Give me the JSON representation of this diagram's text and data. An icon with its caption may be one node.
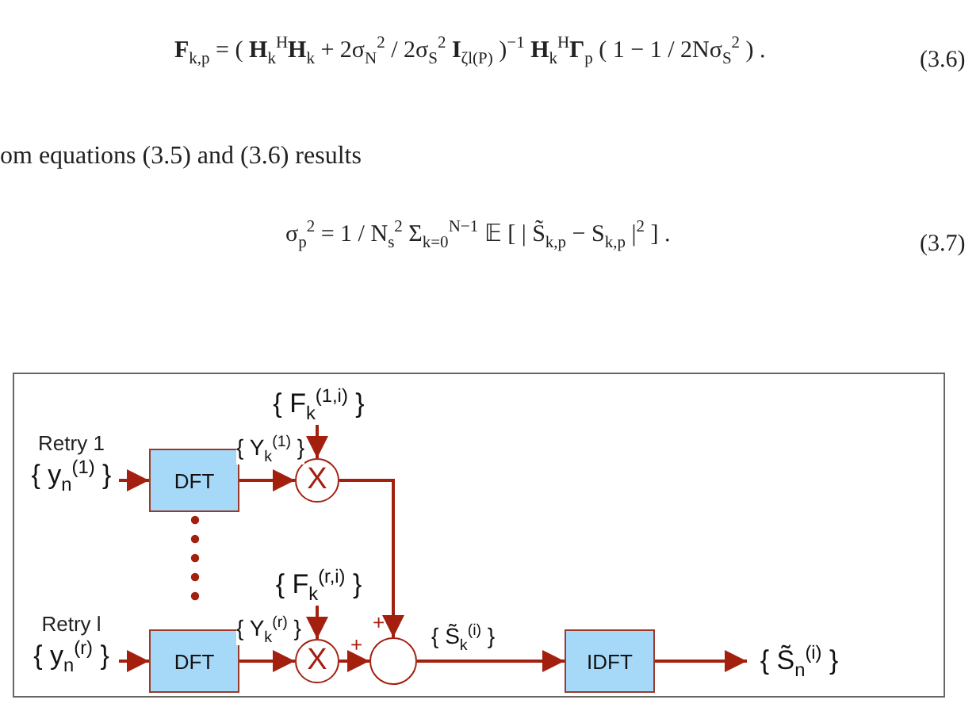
{
  "diagram": {
    "nodes": [
      {
        "text": [],
        "shape": "box"
      },
      {
        "text": [
          "Retry 1",
          "{ y$_{n}$$^{(1)}$ }"
        ],
        "in": 0
      },
      {
        "text": [
          "DFT"
        ],
        "in": 0
      },
      {
        "text": [
          "{ F$_{k}$$^{(1,i)}$ }"
        ],
        "in": 0
      },
      {
        "text": [
          "X"
        ],
        "in": 0
      },
      {
        "text": [
          "Retry l",
          "{ y$_{n}$$^{(r)}$ }"
        ],
        "in": 0
      },
      {
        "text": [
          "DFT"
        ],
        "in": 0
      },
      {
        "text": [
          "{ F$_{k}$$^{(r,i)}$ }"
        ],
        "in": 0
      },
      {
        "text": [
          "X"
        ],
        "in": 0
      },
      {
        "text": [],
        "shape": "circle",
        "in": 0
      },
      {
        "text": [
          "IDFT"
        ],
        "in": 0
      },
      {
        "text": [
          "{ S̃$_{n}$$^{(i)}$ }"
        ],
        "in": 0
      }
    ],
    "edges": [
      {
        "from": 1,
        "to": 2,
        "arrow": "to"
      },
      {
        "from": 2,
        "to": 4,
        "arrow": "to",
        "label": "{ Y$_{k}$$^{(1)}$ }"
      },
      {
        "from": 3,
        "to": 4,
        "arrow": "to"
      },
      {
        "from": 4,
        "to": 9,
        "arrow": "to",
        "label": "+"
      },
      {
        "from": 5,
        "to": 6,
        "arrow": "to"
      },
      {
        "from": 6,
        "to": 8,
        "arrow": "to",
        "label": "{ Y$_{k}$$^{(r)}$ }"
      },
      {
        "from": 7,
        "to": 8,
        "arrow": "to"
      },
      {
        "from": 8,
        "to": 9,
        "arrow": "to",
        "label": "+"
      },
      {
        "from": 9,
        "to": 10,
        "arrow": "to",
        "label": "{ S̃$_{k}$$^{(i)}$ }"
      },
      {
        "from": 10,
        "to": 11,
        "arrow": "to"
      }
    ],
    "labels": [
      "**F**$_{k,p}$ = ( **H**$_{k}$$^{H}$**H**$_{k}$ + 2σ$_{N}$$^{2}$ / 2σ$_{S}$$^{2}$ **I**$_{ζl(P)}$ )$^{−1}$ **H**$_{k}$$^{H}$**Γ**$_{p}$ ( 1 − 1 / 2Nσ$_{S}$$^{2}$ ) .",
      "(3.6)",
      "om equations (3.5) and (3.6) results",
      "σ$_{p}$$^{2}$ = 1 / N$_{s}$$^{2}$ Σ$_{k=0}$$^{N−1}$ 𝔼 [ | S̃$_{k,p}$ − S$_{k,p}$ |$^{2}$ ] .",
      "(3.7)"
    ]
  }
}
